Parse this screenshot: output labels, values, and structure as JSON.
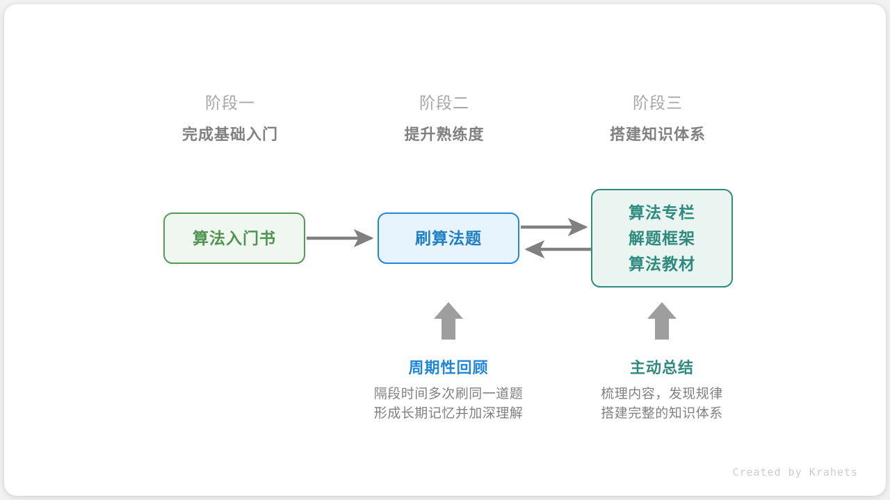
{
  "card": {
    "background": "#ffffff",
    "frame_background": "#f2f2f2"
  },
  "stages": [
    {
      "name": "阶段一",
      "goal": "完成基础入门"
    },
    {
      "name": "阶段二",
      "goal": "提升熟练度"
    },
    {
      "name": "阶段三",
      "goal": "搭建知识体系"
    }
  ],
  "nodes": [
    {
      "id": "book",
      "lines": [
        "算法入门书"
      ],
      "border_color": "#539a54",
      "fill_color": "#f0f7f0",
      "text_color": "#4f9350"
    },
    {
      "id": "practice",
      "lines": [
        "刷算法题"
      ],
      "border_color": "#1f86d8",
      "fill_color": "#e8f4fd",
      "text_color": "#1f7fc4"
    },
    {
      "id": "resources",
      "lines": [
        "算法专栏",
        "解题框架",
        "算法教材"
      ],
      "border_color": "#2e8a7d",
      "fill_color": "#eaf4f1",
      "text_color": "#2e8a7d"
    }
  ],
  "connectors": {
    "color": "#808080",
    "book_to_practice": "arrow-right",
    "practice_to_resources": "arrow-right",
    "resources_to_practice": "arrow-left",
    "up_arrow_review": "arrow-up",
    "up_arrow_summary": "arrow-up"
  },
  "notes": [
    {
      "id": "review",
      "title": "周期性回顾",
      "title_color": "#1f86d8",
      "body_lines": [
        "隔段时间多次刷同一道题",
        "形成长期记忆并加深理解"
      ]
    },
    {
      "id": "summary",
      "title": "主动总结",
      "title_color": "#2e8a7d",
      "body_lines": [
        "梳理内容，发现规律",
        "搭建完整的知识体系"
      ]
    }
  ],
  "credit": "Created by Krahets"
}
